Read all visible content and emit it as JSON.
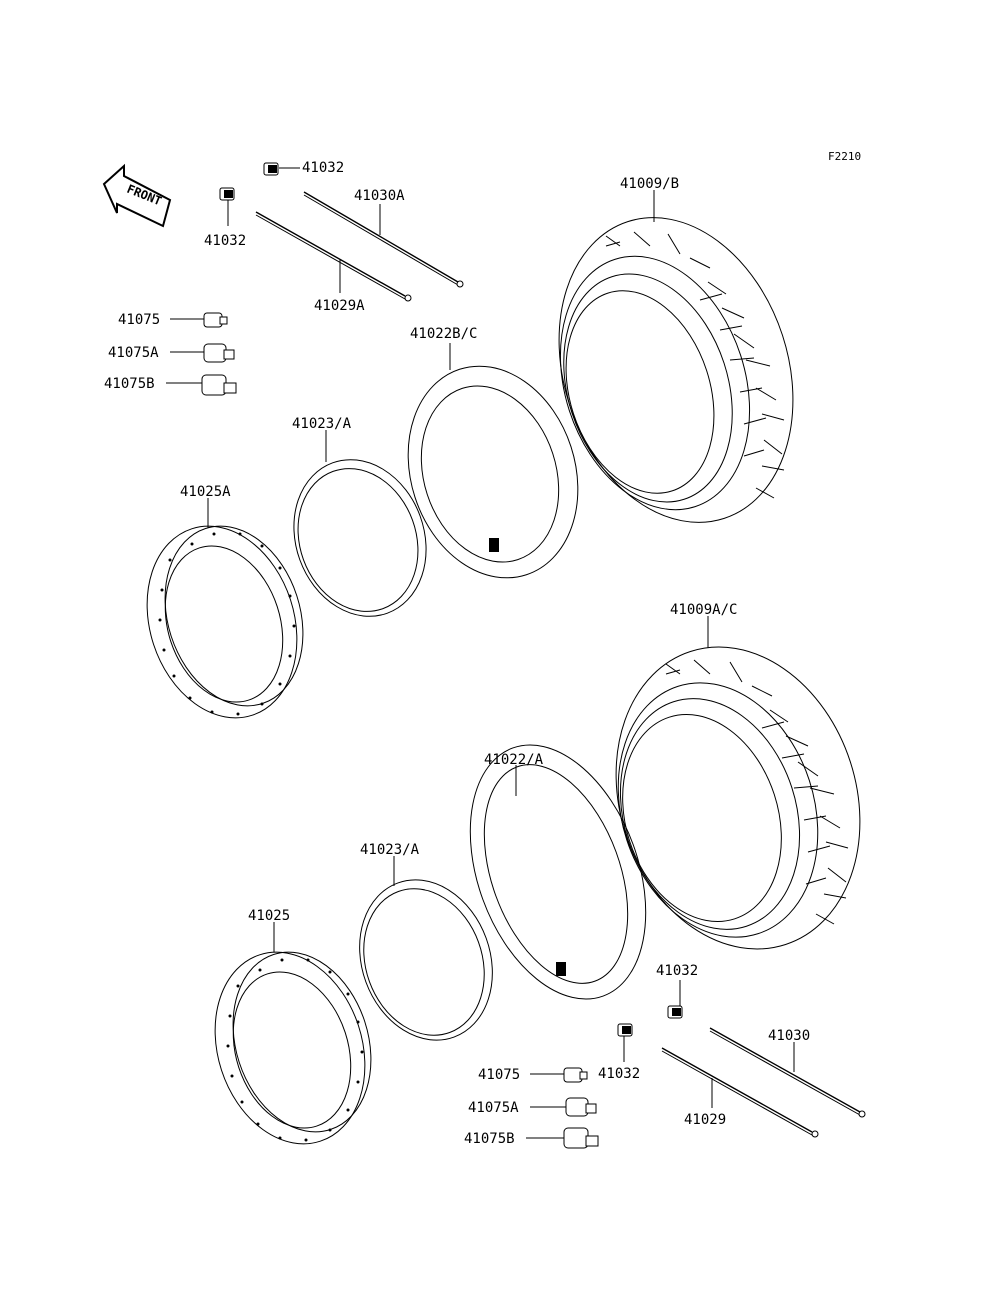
{
  "figure_code": "F2210",
  "front_label": "FRONT",
  "labels": {
    "p41032_a": "41032",
    "p41032_b": "41032",
    "p41030A": "41030A",
    "p41029A": "41029A",
    "p41009B": "41009/B",
    "p41075_1": "41075",
    "p41075A_1": "41075A",
    "p41075B_1": "41075B",
    "p41022BC": "41022B/C",
    "p41023A_1": "41023/A",
    "p41025A": "41025A",
    "p41009AC": "41009A/C",
    "p41022A": "41022/A",
    "p41023A_2": "41023/A",
    "p41025": "41025",
    "p41032_c": "41032",
    "p41032_d": "41032",
    "p41030": "41030",
    "p41029": "41029",
    "p41075_2": "41075",
    "p41075A_2": "41075A",
    "p41075B_2": "41075B"
  }
}
